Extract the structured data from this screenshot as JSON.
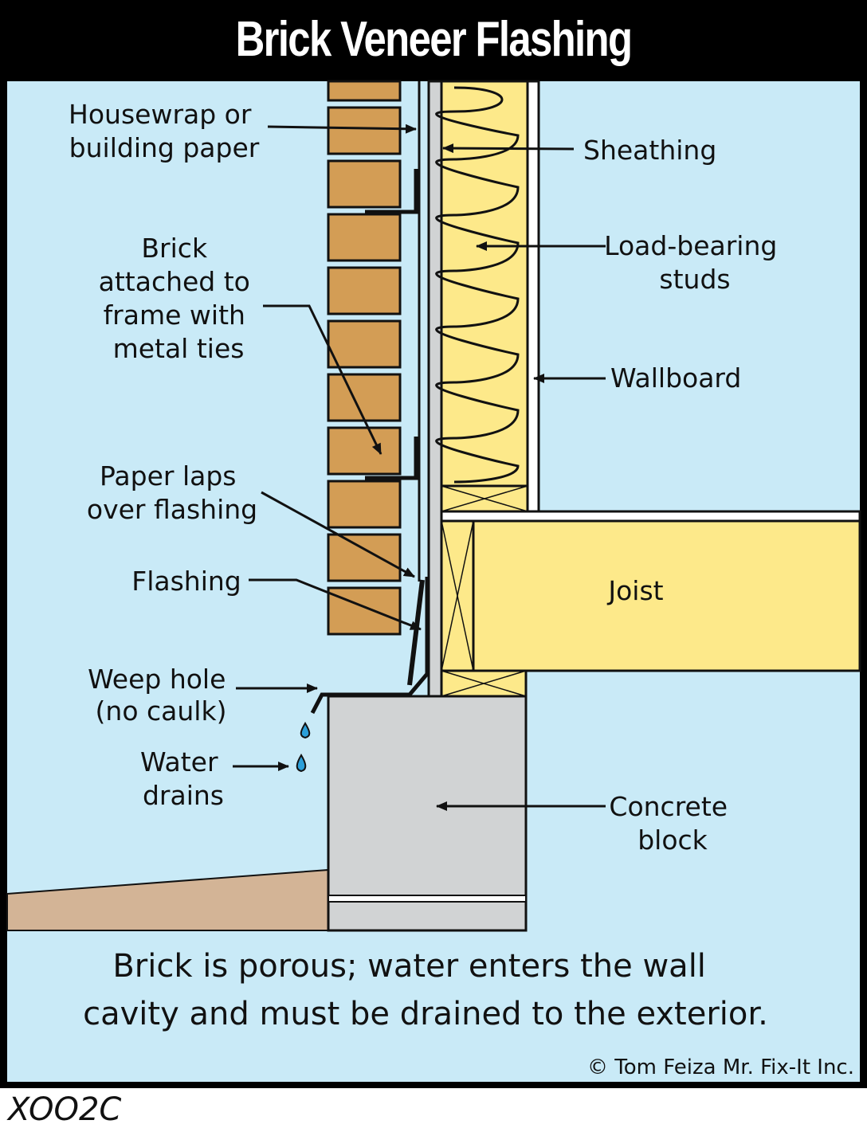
{
  "title": "Brick Veneer Flashing",
  "labels": {
    "housewrap": [
      "Housewrap or",
      "building paper"
    ],
    "brick_ties": [
      "Brick",
      "attached to",
      "frame with",
      "metal ties"
    ],
    "paper_laps": [
      "Paper laps",
      "over flashing"
    ],
    "flashing": "Flashing",
    "weep_hole": [
      "Weep hole",
      "(no caulk)"
    ],
    "water_drains": [
      "Water",
      "drains"
    ],
    "sheathing": "Sheathing",
    "studs": [
      "Load-bearing",
      "studs"
    ],
    "wallboard": "Wallboard",
    "joist": "Joist",
    "concrete": [
      "Concrete",
      "block"
    ]
  },
  "caption": [
    "Brick is porous; water enters the wall",
    "cavity and must be drained to the exterior."
  ],
  "copyright": "© Tom Feiza Mr. Fix-It Inc.",
  "code": "XOO2C",
  "colors": {
    "background": "#c9eaf7",
    "brick": "#d39d55",
    "insulation": "#fde98a",
    "concrete": "#d1d3d4",
    "ground": "#d3b496",
    "water": "#2b9fd9"
  }
}
